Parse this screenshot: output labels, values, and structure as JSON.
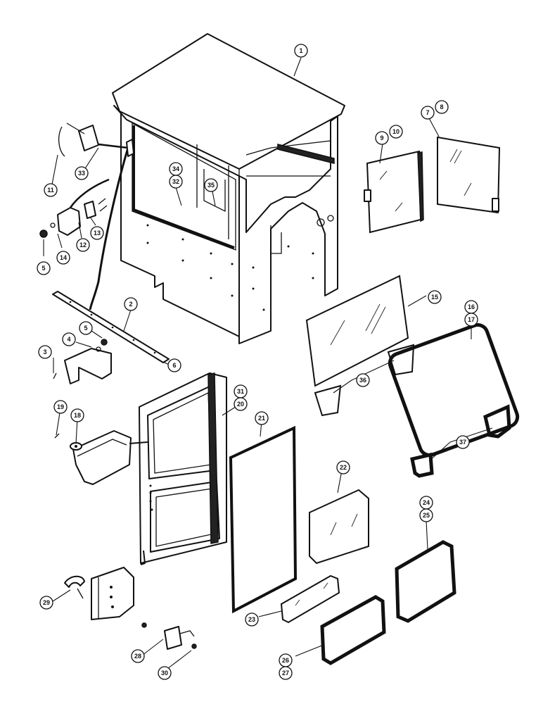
{
  "callouts": {
    "c1": "1",
    "c2": "2",
    "c3": "3",
    "c4": "4",
    "c5a": "5",
    "c5b": "5",
    "c6": "6",
    "c7": "7",
    "c8": "8",
    "c9": "9",
    "c10": "10",
    "c11": "11",
    "c12": "12",
    "c13": "13",
    "c14": "14",
    "c15": "15",
    "c16": "16",
    "c17": "17",
    "c18": "18",
    "c19": "19",
    "c20": "20",
    "c21": "21",
    "c22": "22",
    "c23": "23",
    "c24": "24",
    "c25": "25",
    "c26": "26",
    "c27": "27",
    "c28": "28",
    "c29": "29",
    "c30": "30",
    "c31": "31",
    "c32": "32",
    "c33": "33",
    "c34": "34",
    "c35": "35",
    "c36": "36",
    "c37": "37"
  }
}
